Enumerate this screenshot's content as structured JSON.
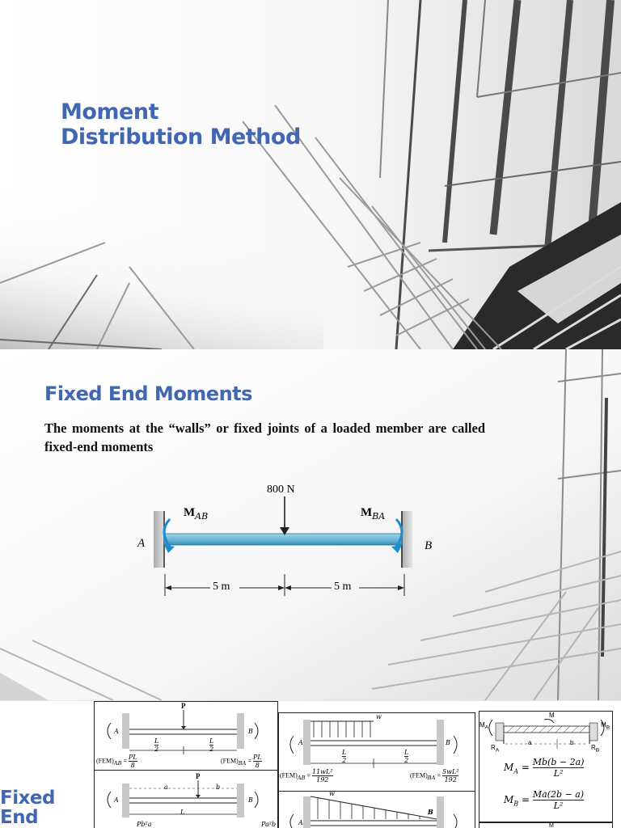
{
  "slide1": {
    "title_line1": "Moment",
    "title_line2": "Distribution Method"
  },
  "slide2": {
    "title": "Fixed End Moments",
    "body": "The moments at the “walls” or fixed joints of a loaded member are called fixed-end moments",
    "figure": {
      "load": "800 N",
      "moment_left": "M",
      "moment_left_sub": "AB",
      "moment_right": "M",
      "moment_right_sub": "BA",
      "support_left": "A",
      "support_right": "B",
      "span_left": "5 m",
      "span_right": "5 m"
    }
  },
  "slide3": {
    "title_line1": "Fixed",
    "title_line2": "End",
    "panel1": {
      "load": "P",
      "left": "A",
      "right": "B",
      "half1_num": "L",
      "half1_den": "2",
      "half2_num": "L",
      "half2_den": "2",
      "fem_ab_label": "(FEM)",
      "fem_ab_sub": "AB",
      "fem_ab_num": "PL",
      "fem_ab_den": "8",
      "fem_ba_label": "(FEM)",
      "fem_ba_sub": "BA",
      "fem_ba_num": "PL",
      "fem_ba_den": "8"
    },
    "panel2": {
      "load": "P",
      "left": "A",
      "right": "B",
      "a": "a",
      "b": "b",
      "L": "L",
      "fem_ab_num": "Pb²a",
      "fem_ba_num": "Pa²b"
    },
    "panel3": {
      "load": "w",
      "left": "A",
      "right": "B",
      "half1_num": "L",
      "half1_den": "2",
      "half2_num": "L",
      "half2_den": "2",
      "fem_ab_label": "(FEM)",
      "fem_ab_sub": "AB",
      "fem_ab_num": "11wL²",
      "fem_ab_den": "192",
      "fem_ba_label": "(FEM)",
      "fem_ba_sub": "BA",
      "fem_ba_num": "5wL²",
      "fem_ba_den": "192"
    },
    "panel4": {
      "load": "w",
      "right": "B",
      "left": "A"
    },
    "panel5": {
      "ma": "M",
      "ma_sub": "A",
      "mb": "M",
      "mb_sub": "B",
      "m": "M",
      "ra": "R",
      "ra_sub": "A",
      "rb": "R",
      "rb_sub": "B",
      "a": "a",
      "b": "b",
      "eq1_lhs": "M",
      "eq1_lhs_sub": "A",
      "eq1_num": "Mb(b − 2a)",
      "eq1_den": "L²",
      "eq2_lhs": "M",
      "eq2_lhs_sub": "B",
      "eq2_num": "Ma(2b − a)",
      "eq2_den": "L²"
    },
    "panel6": {
      "m": "M"
    }
  }
}
